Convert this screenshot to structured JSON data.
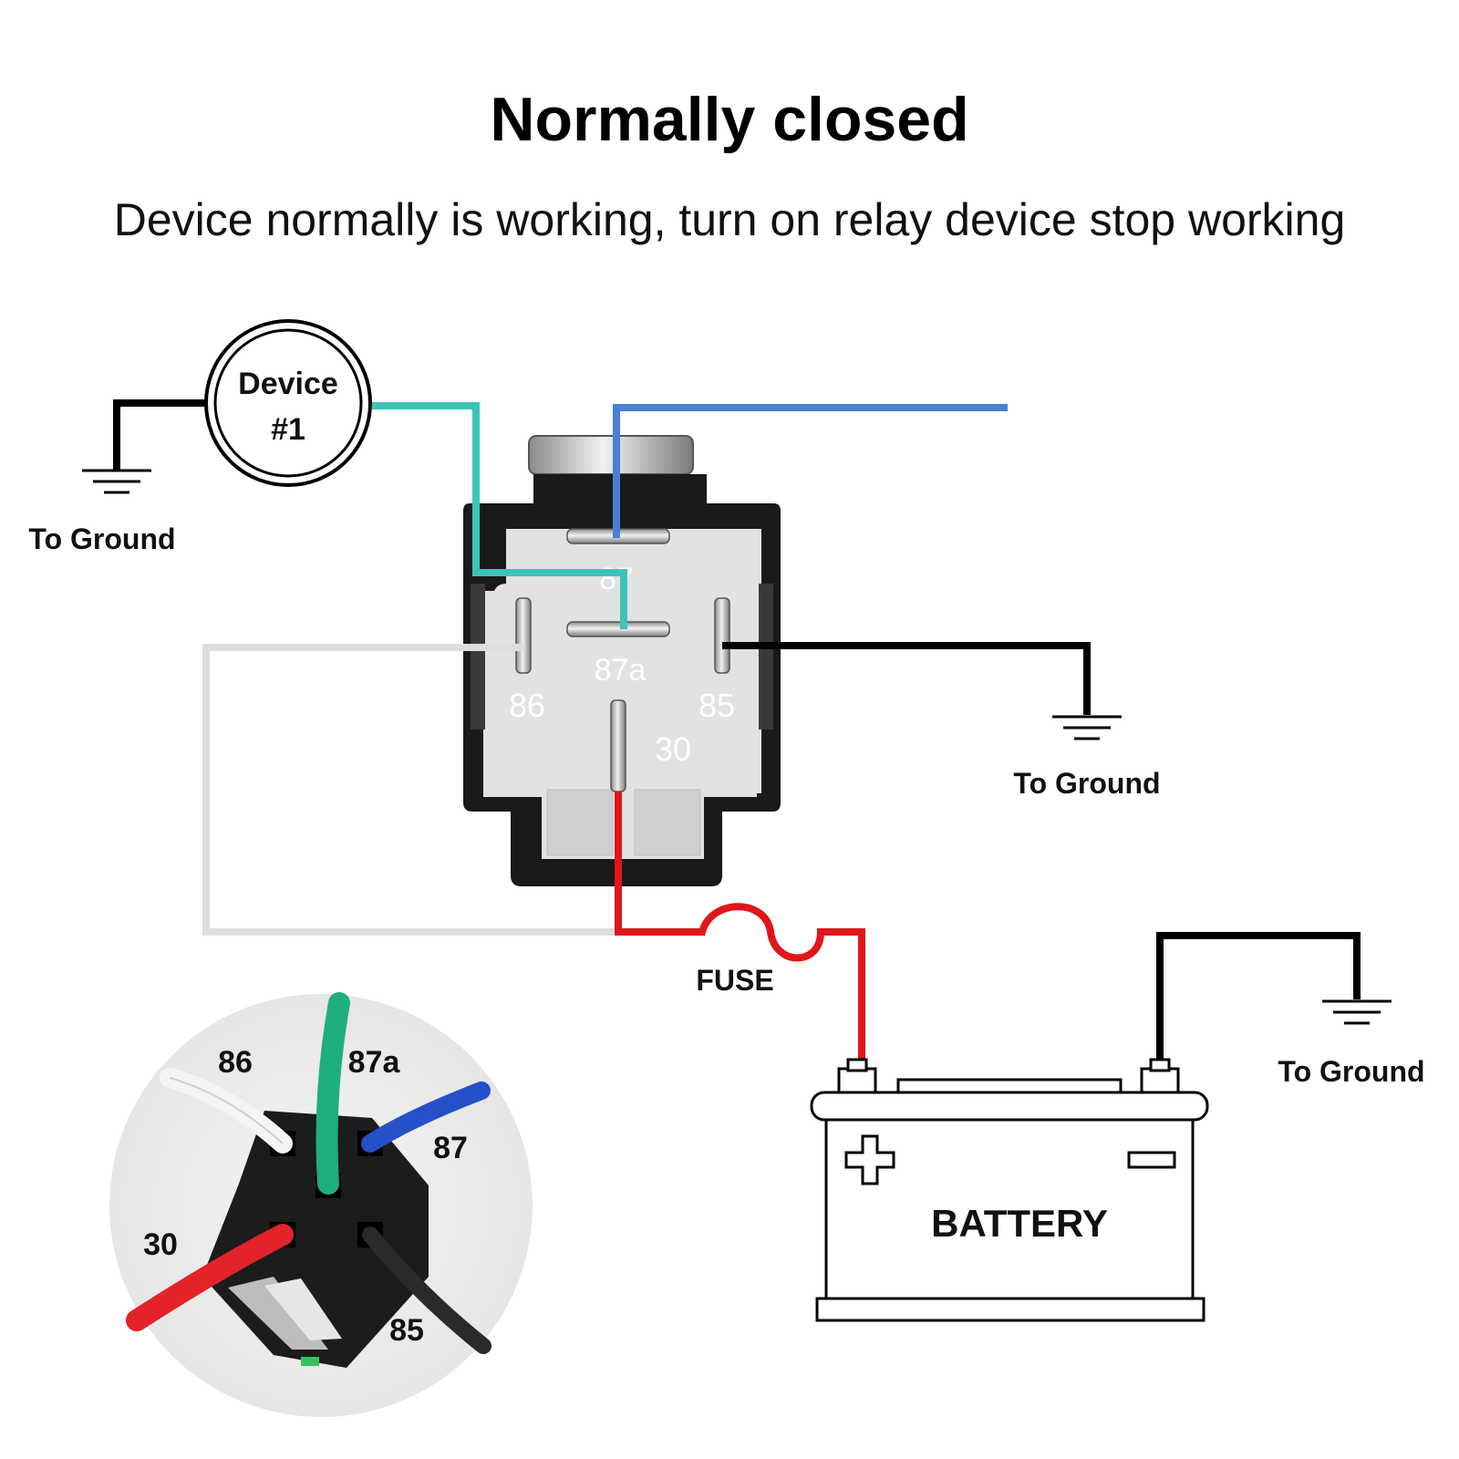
{
  "title": "Normally closed",
  "subtitle": "Device normally is working, turn on relay device stop working",
  "device": {
    "line1": "Device",
    "line2": "#1"
  },
  "ground_labels": [
    "To Ground",
    "To Ground",
    "To Ground"
  ],
  "relay_pins": {
    "p87": "87",
    "p87a": "87a",
    "p86": "86",
    "p85": "85",
    "p30": "30"
  },
  "fuse_label": "FUSE",
  "battery_label": "BATTERY",
  "connector_labels": {
    "p86": "86",
    "p87a": "87a",
    "p87": "87",
    "p30": "30",
    "p85": "85"
  },
  "wire_colors": {
    "pin87a": "#3cc4b8",
    "pin87": "#4a7fd6",
    "pin86": "#dddddd",
    "pin85": "#000000",
    "pin30": "#e0161b",
    "battery_negative": "#000000"
  }
}
